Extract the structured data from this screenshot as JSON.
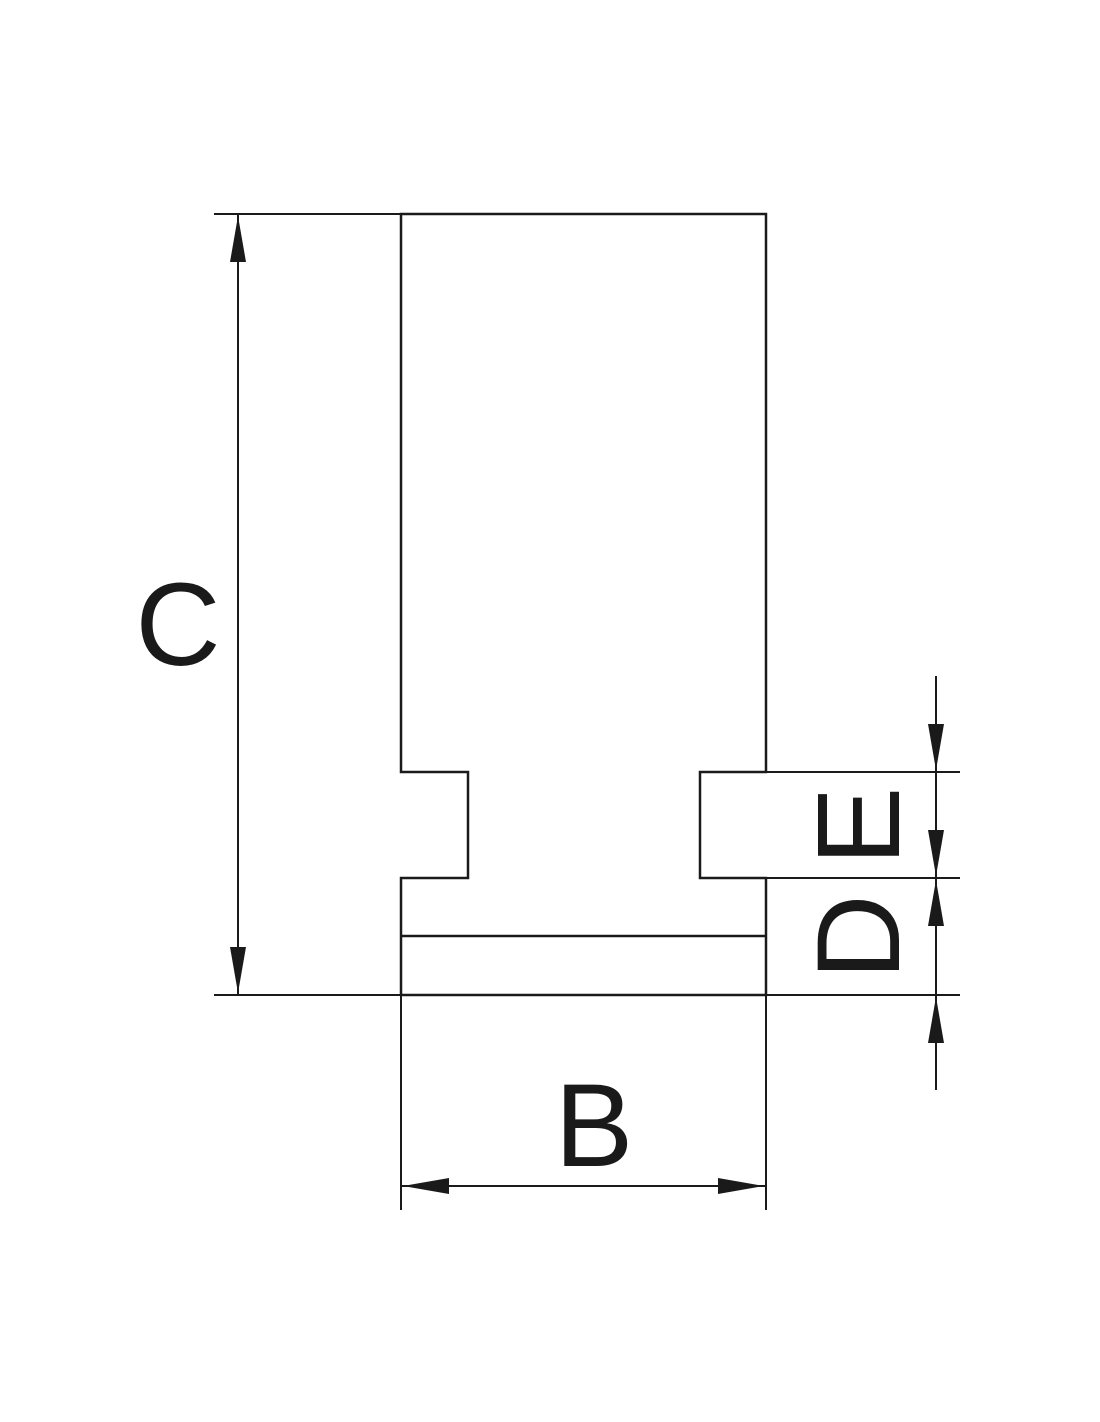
{
  "diagram": {
    "labels": {
      "height": "C",
      "width": "B",
      "step": "E",
      "bottom": "D"
    }
  }
}
